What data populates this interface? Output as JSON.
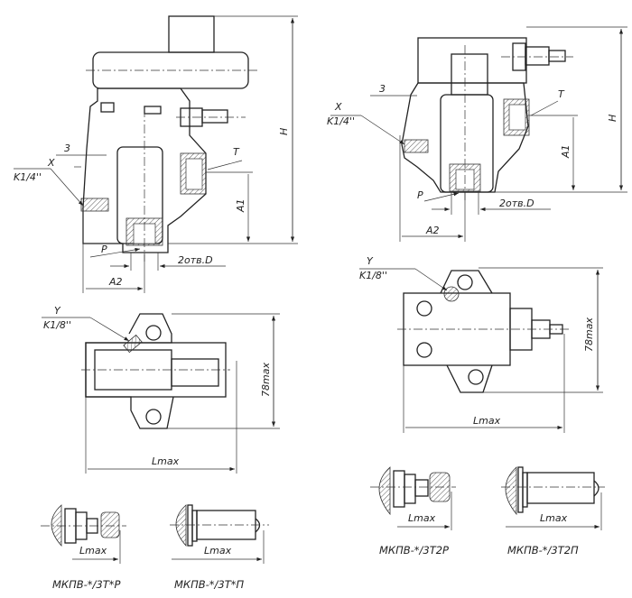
{
  "left_view": {
    "port_x": "X",
    "thread_x": "K1/4''",
    "dim_3": "3",
    "port_t": "T",
    "dim_h": "H",
    "dim_a1": "A1",
    "port_p": "P",
    "holes": "2отв.D",
    "dim_a2": "A2",
    "port_y": "Y",
    "thread_y": "K1/8''",
    "dim_78": "78max",
    "dim_l": "Lmax"
  },
  "right_view": {
    "port_x": "X",
    "thread_x": "K1/4''",
    "dim_3": "3",
    "port_t": "T",
    "dim_h": "H",
    "dim_a1": "A1",
    "port_p": "P",
    "holes": "2отв.D",
    "dim_a2": "A2",
    "port_y": "Y",
    "thread_y": "K1/8''",
    "dim_78": "78max",
    "dim_l": "Lmax"
  },
  "variants": [
    {
      "dim": "Lmax",
      "caption": "МКПВ-*/3Т*Р"
    },
    {
      "dim": "Lmax",
      "caption": "МКПВ-*/3Т*П"
    },
    {
      "dim": "Lmax",
      "caption": "МКПВ-*/3Т2Р"
    },
    {
      "dim": "Lmax",
      "caption": "МКПВ-*/3Т2П"
    }
  ]
}
